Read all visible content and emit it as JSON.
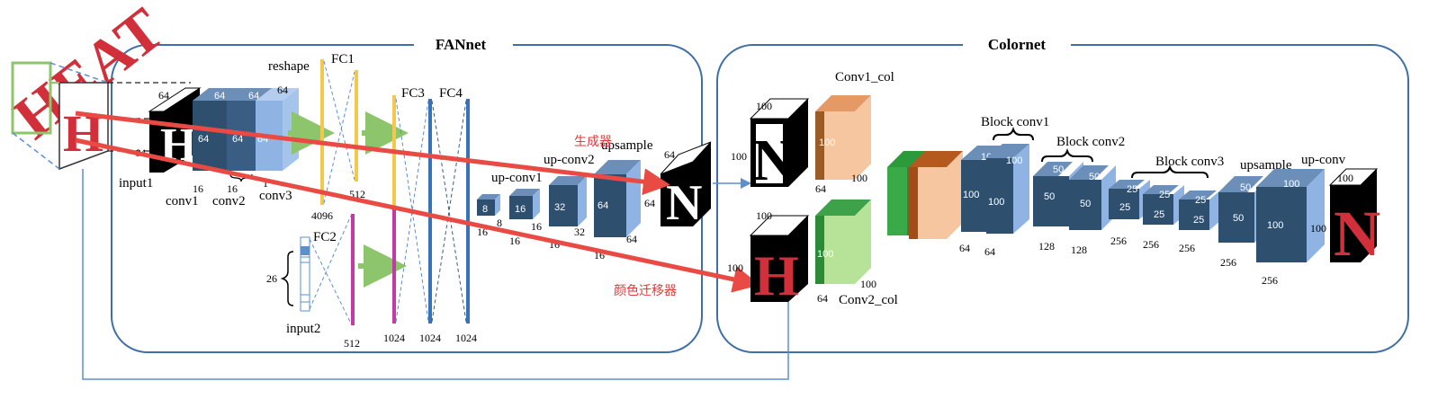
{
  "fannet": {
    "title": "FANnet",
    "input1": "input1",
    "input2": "input2",
    "conv1": "conv1",
    "conv2": "conv2",
    "conv3": "conv3",
    "reshape": "reshape",
    "fc1": "FC1",
    "fc2": "FC2",
    "fc3": "FC3",
    "fc4": "FC4",
    "upconv1": "up-conv1",
    "upconv2": "up-conv2",
    "upsample": "upsample",
    "dims": {
      "in_h": "64",
      "in_w": "64",
      "conv1_h": "64",
      "conv1_w": "64",
      "conv1_c": "16",
      "conv2_h": "64",
      "conv2_w": "64",
      "conv2_c": "16",
      "conv3_h": "64",
      "conv3_w": "64",
      "conv3_c": "1",
      "reshape_n": "4096",
      "fc1_n": "512",
      "fc2_n": "512",
      "onehot": "26",
      "fc3_n": "1024",
      "fc4_n": "1024",
      "fc4b_n": "1024",
      "u1_a": "8",
      "u1_b": "8",
      "u1_c": "16",
      "u2_a": "16",
      "u2_b": "16",
      "u2_c": "16",
      "u3_a": "32",
      "u3_b": "32",
      "u3_c": "16",
      "u4_a": "64",
      "u4_b": "64",
      "u4_c": "16",
      "out_h": "64",
      "out_w": "64"
    }
  },
  "colornet": {
    "title": "Colornet",
    "conv1_col": "Conv1_col",
    "conv2_col": "Conv2_col",
    "block1": "Block conv1",
    "block2": "Block conv2",
    "block3": "Block conv3",
    "upsample": "upsample",
    "upconv": "up-conv",
    "dims": {
      "n_h": "100",
      "n_w": "100",
      "h_h": "100",
      "h_w": "100",
      "c1_d": "100",
      "c1_w": "100",
      "c1_c": "64",
      "c2_d": "100",
      "c2_w": "100",
      "c2_c": "64",
      "b1a": "100",
      "b1b": "100",
      "b1c": "100",
      "b1d": "100",
      "b1_c1": "64",
      "b1_c2": "64",
      "b2a": "50",
      "b2b": "50",
      "b2c": "50",
      "b2d": "50",
      "b2_c1": "128",
      "b2_c2": "128",
      "b3a": "25",
      "b3b": "25",
      "b3c": "25",
      "b3d": "25",
      "b3e": "25",
      "b3f": "25",
      "b3_c1": "256",
      "b3_c2": "256",
      "b3_c3": "256",
      "up_a": "50",
      "up_b": "50",
      "up_c": "256",
      "uc_a": "100",
      "uc_b": "100",
      "uc_c": "256",
      "out_h": "100",
      "out_w": "100"
    }
  },
  "annotations": {
    "generator": "生成器",
    "color_transfer": "颜色迁移器"
  },
  "glyphs": {
    "heat_word": "HEAT",
    "letter_h": "H",
    "letter_n": "N"
  },
  "colors": {
    "frame": "#3f6fa6",
    "cube_dark": "#2f4f6f",
    "cube_light": "#8fb4e3",
    "fc_yellow": "#f2c94c",
    "fc_blue": "#3673b8",
    "fc_magenta": "#c23aa3",
    "arrow_green": "#8cc56b",
    "red_arrow": "#ea4a44",
    "orange_block": "#f5c6a0",
    "green_block": "#79c25a",
    "letter_red": "#d1303b"
  }
}
